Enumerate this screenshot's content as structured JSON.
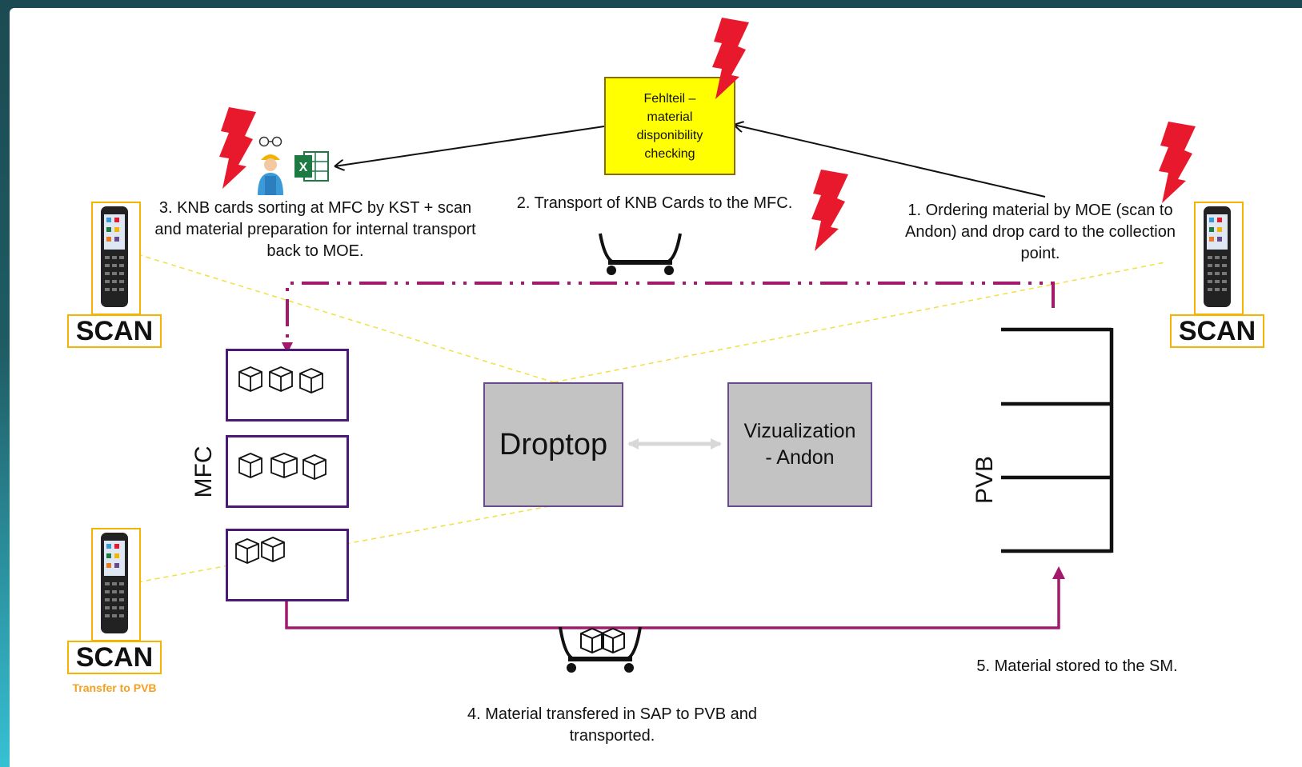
{
  "steps": {
    "step1": [
      "1. Ordering material by MOE (scan to",
      "Andon) and drop card to the collection",
      "point."
    ],
    "step2": "2. Transport of KNB Cards to the MFC.",
    "step3": [
      "3. KNB cards sorting at MFC by KST + scan",
      "and material preparation for internal transport",
      "back to MOE."
    ],
    "step4": [
      "4. Material transfered in SAP to PVB and",
      "transported."
    ],
    "step5": "5. Material stored to the SM."
  },
  "fehlteil": [
    "Fehlteil –",
    "material",
    "disponibility",
    "checking"
  ],
  "droptop": "Droptop",
  "vizualization": [
    "Vizualization",
    "- Andon"
  ],
  "mfc_label": "MFC",
  "pvb_label": "PVB",
  "scan_label": "SCAN",
  "transfer_caption": "Transfer to PVB",
  "icons": [
    "lightning-icon",
    "worker-icon",
    "excel-icon",
    "cart-icon",
    "box-icon",
    "scanner-device-icon",
    "glasses-icon"
  ],
  "colors": {
    "flow_line": "#a3196b",
    "scan_border": "#f4b400",
    "fehlteil_fill": "#ffff00",
    "lightning": "#e8192c",
    "mfc_shelf": "#4b1a78",
    "box_fill": "#c3c3c3",
    "dashed_yellow": "#f0e040",
    "caption_orange": "#f4a020"
  }
}
